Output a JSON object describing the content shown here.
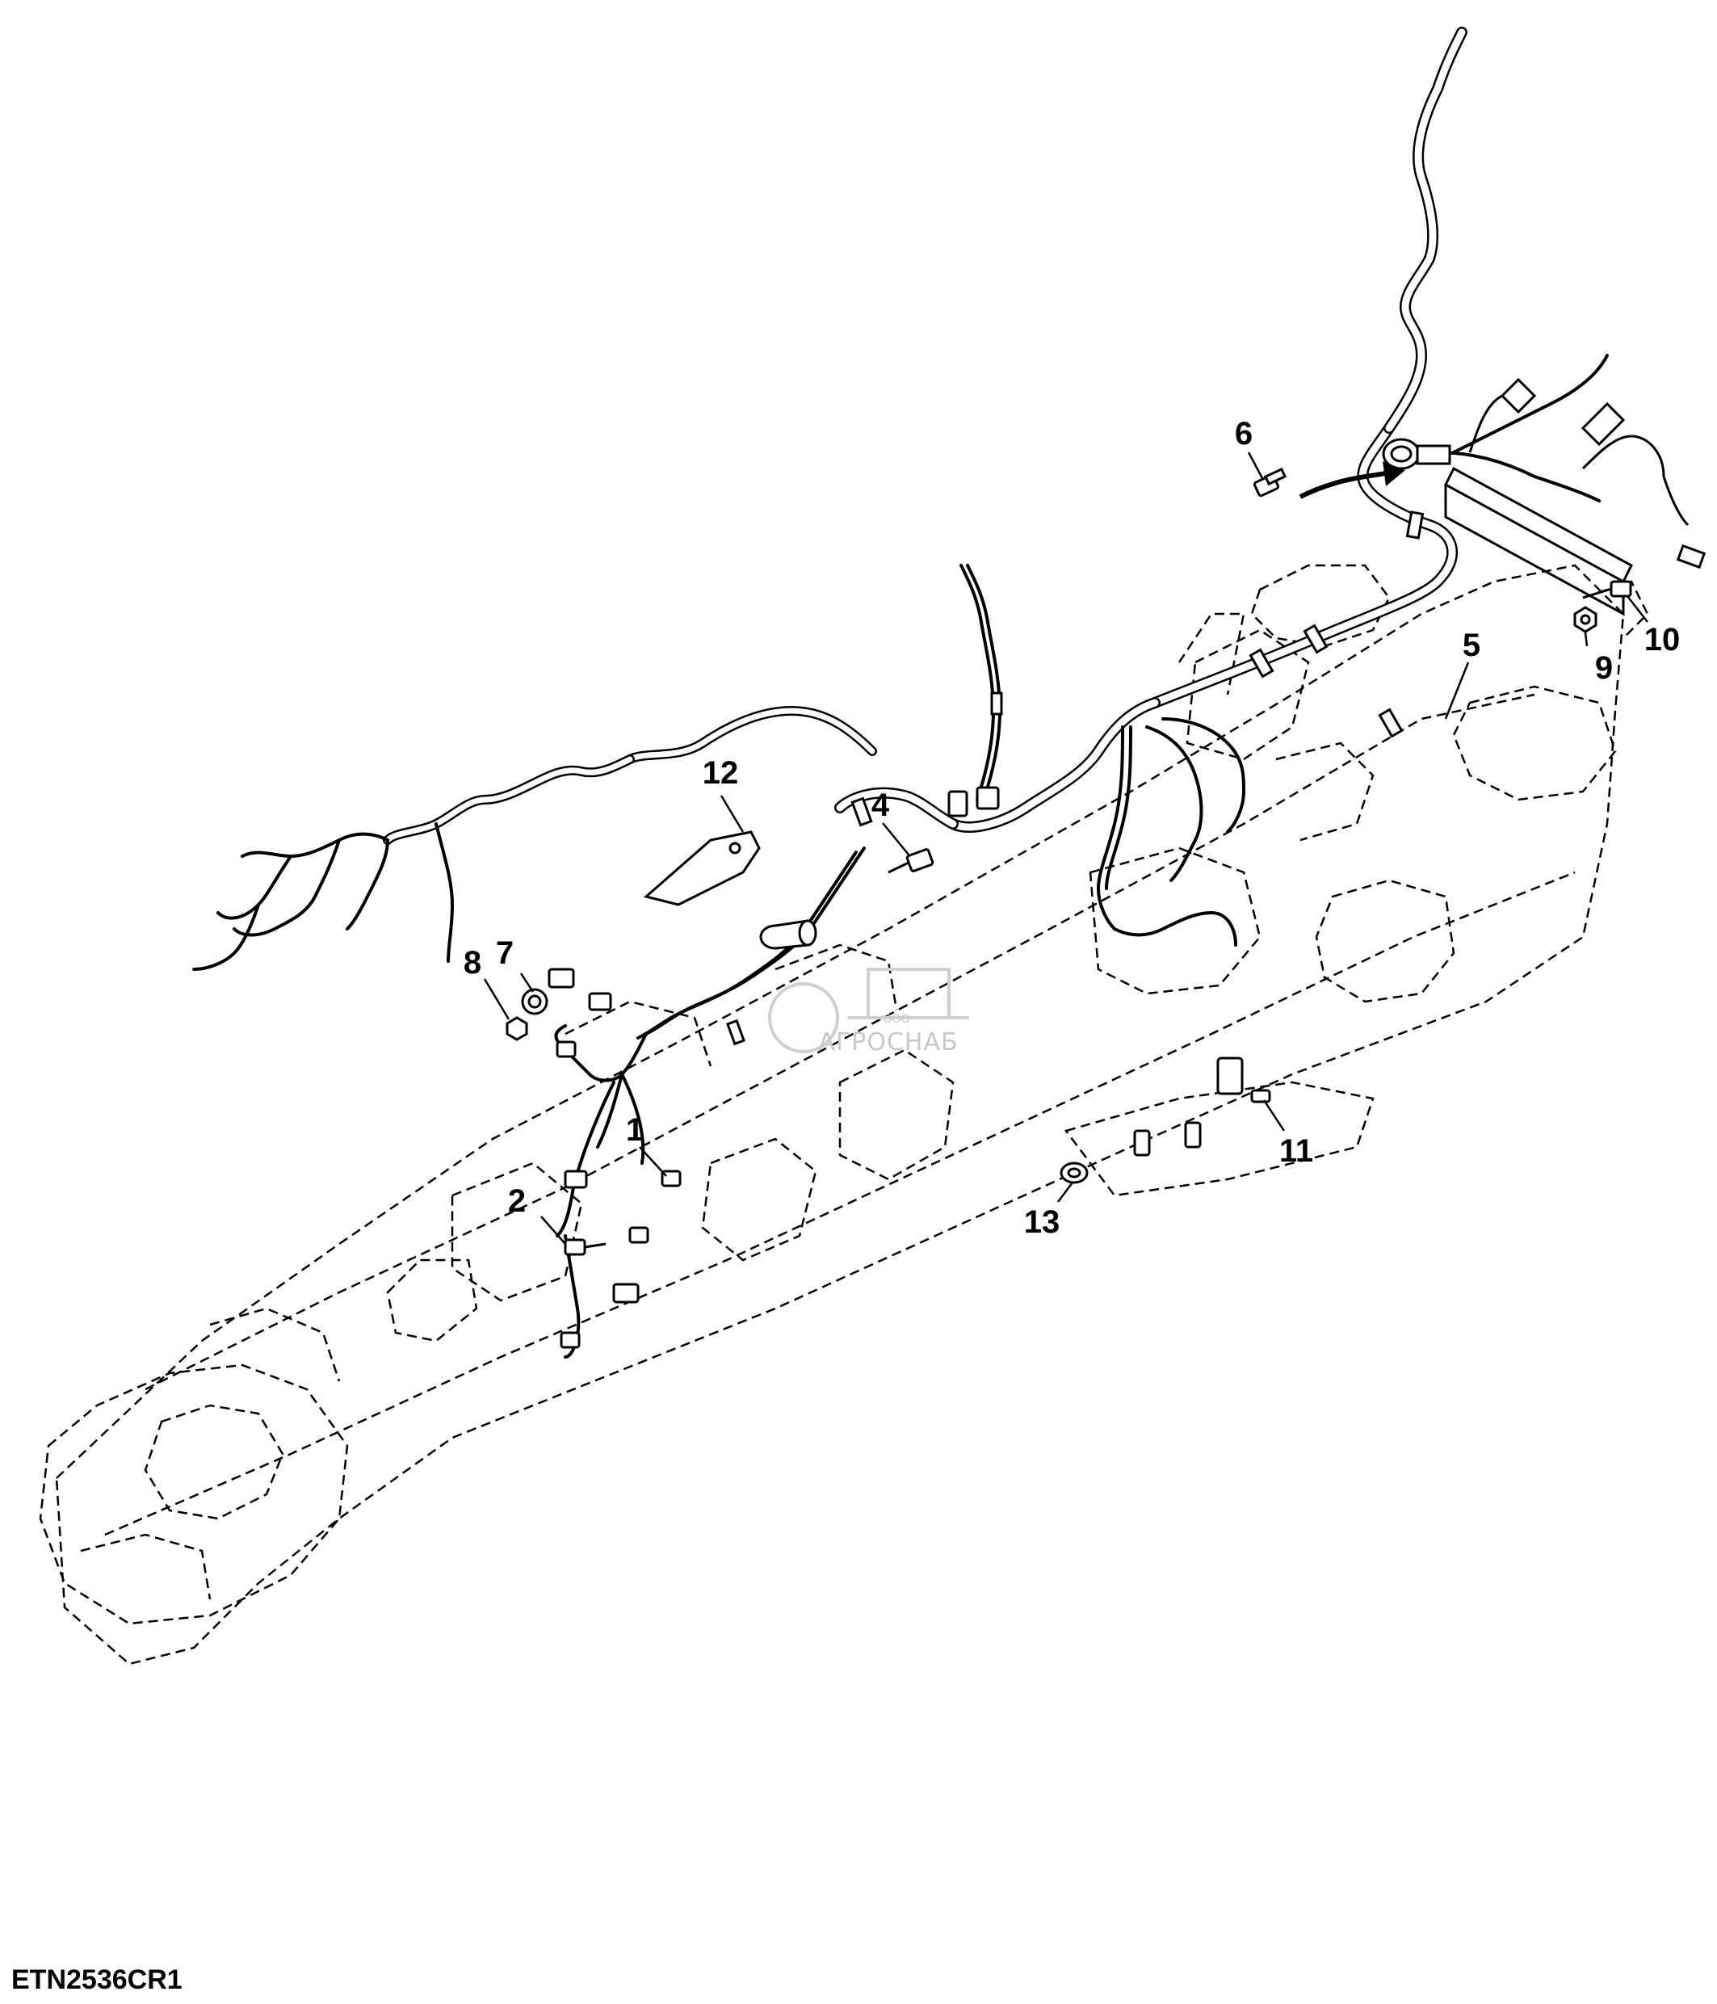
{
  "figure_id": "ETN2536CR1",
  "watermark": {
    "company": "АГРОСНАБ",
    "prefix": "ООО"
  },
  "callouts": [
    {
      "id": "c1",
      "label": "1"
    },
    {
      "id": "c2",
      "label": "2"
    },
    {
      "id": "c4",
      "label": "4"
    },
    {
      "id": "c5",
      "label": "5"
    },
    {
      "id": "c6",
      "label": "6"
    },
    {
      "id": "c7",
      "label": "7"
    },
    {
      "id": "c8",
      "label": "8"
    },
    {
      "id": "c9",
      "label": "9"
    },
    {
      "id": "c10",
      "label": "10"
    },
    {
      "id": "c11",
      "label": "11"
    },
    {
      "id": "c12",
      "label": "12"
    },
    {
      "id": "c13",
      "label": "13"
    }
  ]
}
